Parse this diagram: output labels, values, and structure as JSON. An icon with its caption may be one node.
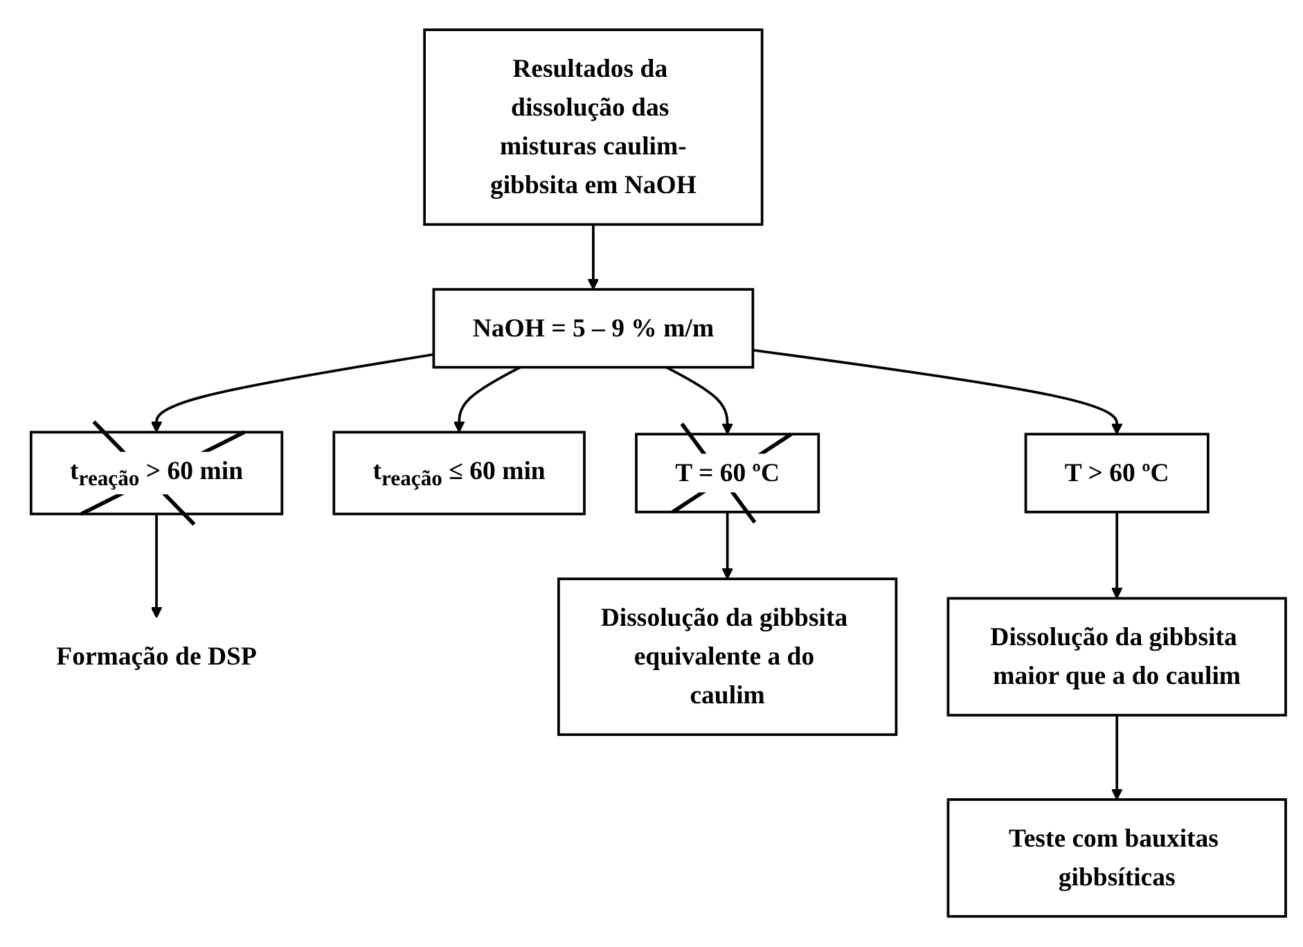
{
  "diagram": {
    "nodes": [
      {
        "text": [
          "Resultados da dissolução das misturas caulim-gibbsita em NaOH"
        ]
      },
      {
        "text": [
          "NaOH = 5 – 9 % m/m"
        ]
      },
      {
        "text": [
          "t$_{reação}$ > 60 min"
        ]
      },
      {
        "text": [
          "t$_{reação}$ ≤ 60 min"
        ]
      },
      {
        "text": [
          "Formação de DSP"
        ]
      },
      {
        "text": [
          "T = 60 ºC"
        ]
      },
      {
        "text": [
          "T > 60 ºC"
        ]
      },
      {
        "text": [
          "Dissolução da gibbsita equivalente a do caulim"
        ]
      },
      {
        "text": [
          "Dissolução da gibbsita maior que a do caulim"
        ]
      },
      {
        "text": [
          "Teste com bauxitas gibbsíticas"
        ]
      }
    ],
    "edges": [
      {
        "from": 0,
        "to": 1,
        "arrow": "to"
      },
      {
        "from": 1,
        "to": 2,
        "arrow": "to"
      },
      {
        "from": 1,
        "to": 3,
        "arrow": "to"
      },
      {
        "from": 2,
        "to": 4,
        "arrow": "to"
      },
      {
        "from": 1,
        "to": 5,
        "arrow": "to"
      },
      {
        "from": 1,
        "to": 6,
        "arrow": "to"
      },
      {
        "from": 5,
        "to": 7,
        "arrow": "to"
      },
      {
        "from": 6,
        "to": 8,
        "arrow": "to"
      },
      {
        "from": 8,
        "to": 9,
        "arrow": "to"
      }
    ]
  }
}
